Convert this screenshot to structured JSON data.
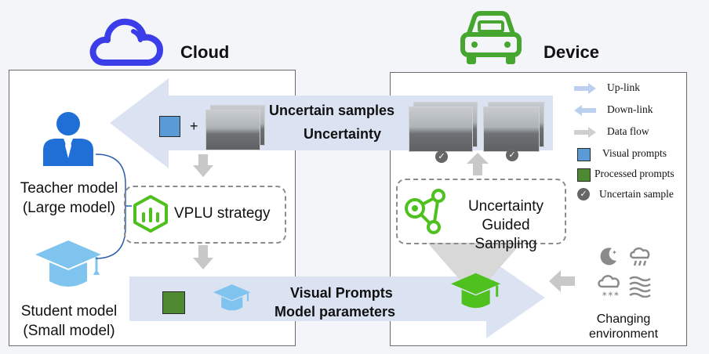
{
  "cloud": {
    "title": "Cloud",
    "icon": "cloud-icon"
  },
  "device": {
    "title": "Device",
    "icon": "car-icon"
  },
  "teacher": {
    "line1": "Teacher model",
    "line2": "(Large model)",
    "icon": "teacher-user-icon"
  },
  "student": {
    "line1": "Student model",
    "line2": "(Small model)",
    "icon": "graduation-cap-icon"
  },
  "uplink_band": {
    "line1": "Uncertain samples",
    "line2": "Uncertainty",
    "plus": "+"
  },
  "downlink_band": {
    "line1": "Visual Prompts",
    "line2": "Model parameters"
  },
  "vplu": {
    "label": "VPLU strategy",
    "icon": "hexagon-chart-icon"
  },
  "sampling": {
    "line1": "Uncertainty",
    "line2": "Guided Sampling",
    "icon": "graph-nodes-icon"
  },
  "environment": {
    "line1": "Changing",
    "line2": "environment",
    "icons": [
      "moon-icon",
      "rain-cloud-icon",
      "snow-cloud-icon",
      "fog-icon"
    ]
  },
  "legend": [
    {
      "label": "Up-link",
      "icon": "uplink-arrow-icon"
    },
    {
      "label": "Down-link",
      "icon": "downlink-arrow-icon"
    },
    {
      "label": "Data flow",
      "icon": "dataflow-arrow-icon"
    },
    {
      "label": "Visual prompts",
      "icon": "blue-square-icon"
    },
    {
      "label": "Processed prompts",
      "icon": "green-square-icon"
    },
    {
      "label": "Uncertain sample",
      "icon": "check-circle-icon"
    }
  ],
  "colors": {
    "cloud_blue": "#3b3ee8",
    "device_green": "#46a630",
    "teacher_blue": "#1f6fd6",
    "cap_blue": "#7fc4ee",
    "band": "#dbe3f3",
    "visual_prompt": "#5b9bd5",
    "processed_prompt": "#4e8a31",
    "hex_green": "#4fc11f"
  }
}
